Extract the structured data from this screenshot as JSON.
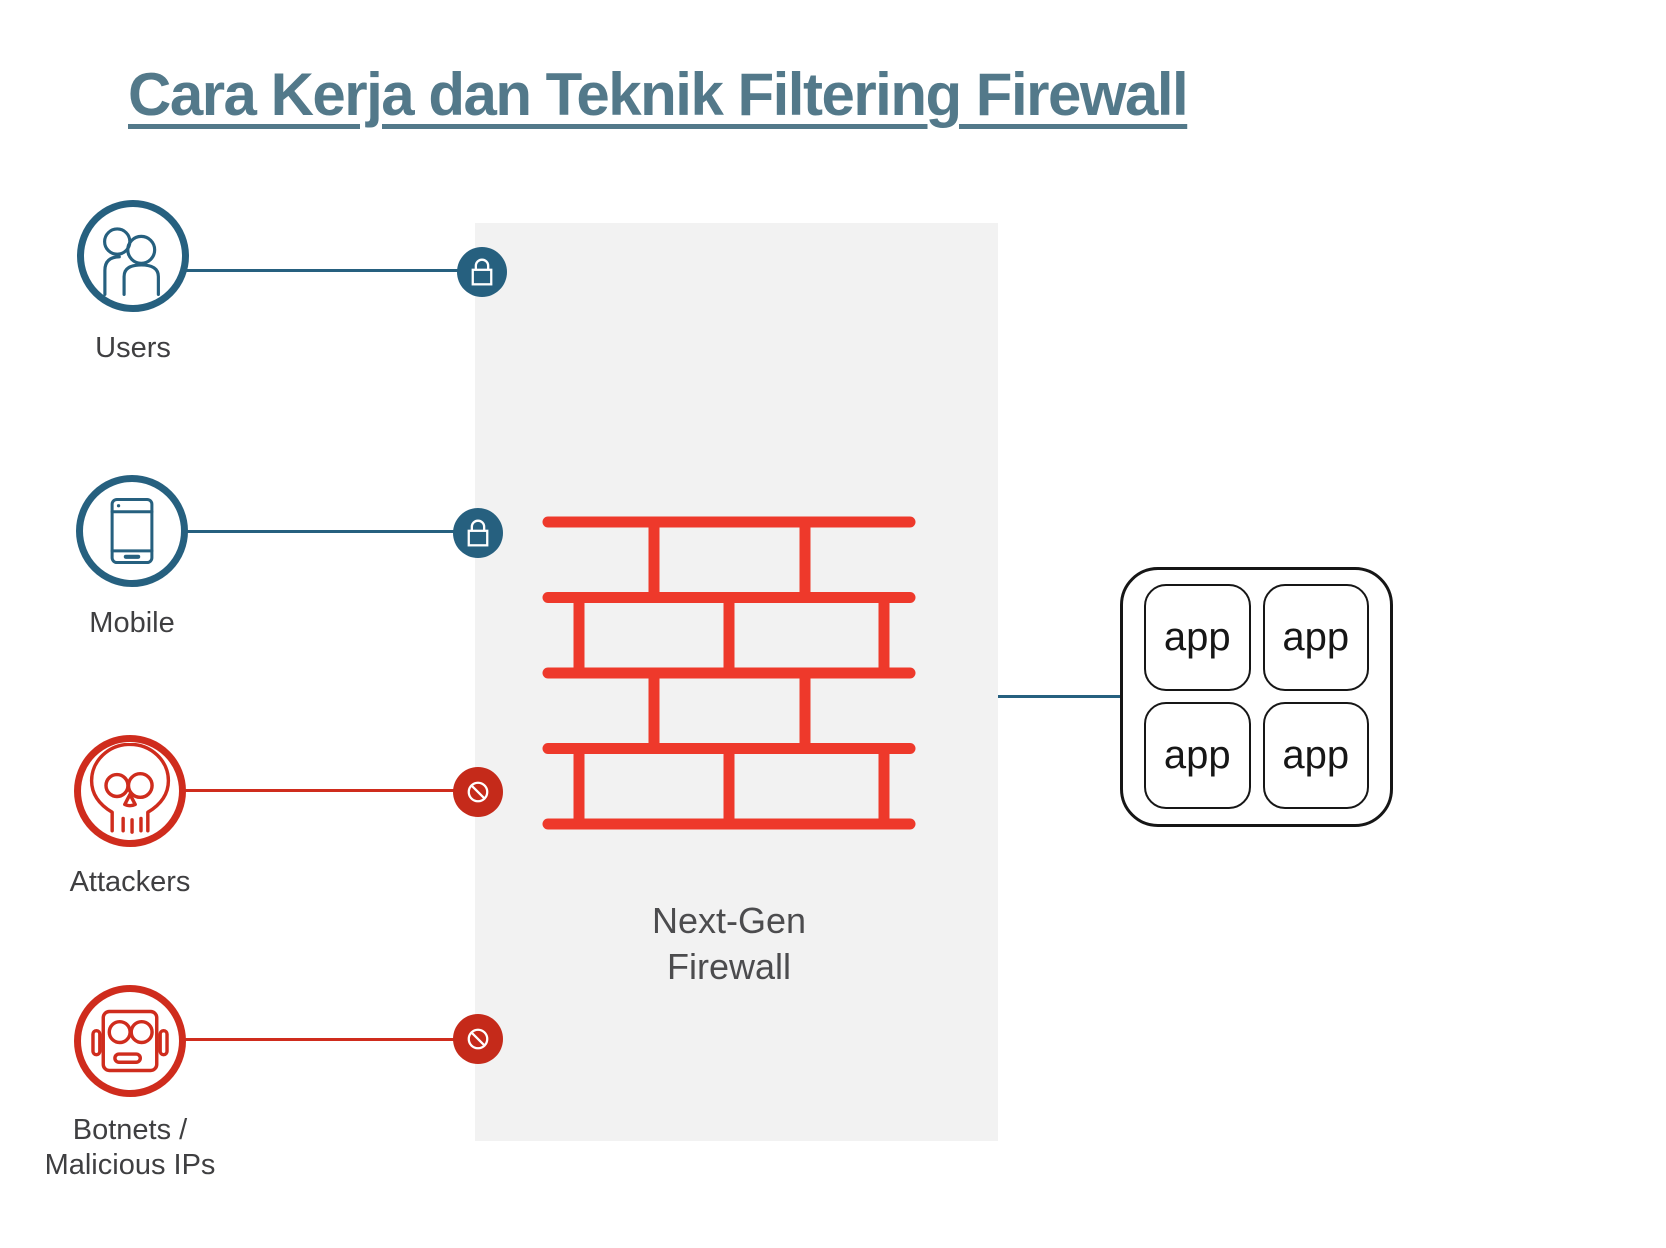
{
  "title": "Cara Kerja dan Teknik Filtering Firewall",
  "sources": [
    {
      "label": "Users",
      "status": "allowed",
      "icon": "users-icon",
      "badge_icon": "lock-icon"
    },
    {
      "label": "Mobile",
      "status": "allowed",
      "icon": "mobile-phone-icon",
      "badge_icon": "lock-icon"
    },
    {
      "label": "Attackers",
      "status": "blocked",
      "icon": "skull-icon",
      "badge_icon": "no-entry-icon"
    },
    {
      "label_line1": "Botnets /",
      "label_line2": "Malicious IPs",
      "status": "blocked",
      "icon": "robot-icon",
      "badge_icon": "no-entry-icon"
    }
  ],
  "firewall": {
    "name_line1": "Next-Gen",
    "name_line2": "Firewall",
    "icon": "brick-wall-icon"
  },
  "apps": {
    "tiles": [
      "app",
      "app",
      "app",
      "app"
    ]
  },
  "colors": {
    "title_teal": "#53798a",
    "accent_blue": "#26607f",
    "accent_red": "#cf2c1d",
    "badge_red": "#c52a1a",
    "brick_red": "#ee392b",
    "panel_gray": "#f2f2f2",
    "label_gray": "#3f3f41"
  }
}
